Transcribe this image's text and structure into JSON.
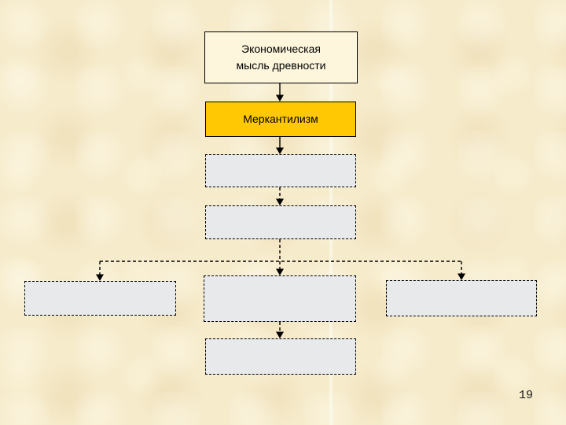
{
  "slide": {
    "page_number": "19"
  },
  "diagram": {
    "title_node": {
      "label": "Экономическая мысль древности",
      "lines": [
        "Экономическая",
        "мысль древности"
      ]
    },
    "highlight_node": {
      "label": "Меркантилизм"
    },
    "placeholder_nodes": [
      {
        "id": "stage-1",
        "label": ""
      },
      {
        "id": "stage-2",
        "label": ""
      },
      {
        "id": "branch-left",
        "label": ""
      },
      {
        "id": "branch-center",
        "label": ""
      },
      {
        "id": "branch-right",
        "label": ""
      },
      {
        "id": "stage-3",
        "label": ""
      }
    ],
    "edges": [
      {
        "from": "ancient-thought",
        "to": "mercantilism",
        "style": "solid-arrow"
      },
      {
        "from": "mercantilism",
        "to": "stage-1",
        "style": "solid-arrow"
      },
      {
        "from": "stage-1",
        "to": "stage-2",
        "style": "dashed-arrow"
      },
      {
        "from": "stage-2",
        "to": "branch-left",
        "style": "dashed-arrow"
      },
      {
        "from": "stage-2",
        "to": "branch-center",
        "style": "dashed-arrow"
      },
      {
        "from": "stage-2",
        "to": "branch-right",
        "style": "dashed-arrow"
      },
      {
        "from": "branch-center",
        "to": "stage-3",
        "style": "dashed-arrow"
      }
    ]
  },
  "colors": {
    "background": "#f6ebcb",
    "title_box_fill": "#fdf5dc",
    "highlight_box_fill": "#ffc803",
    "placeholder_box_fill": "#e7e9eb",
    "line_and_border": "#000000",
    "page_number_text": "#1a1a1a"
  }
}
